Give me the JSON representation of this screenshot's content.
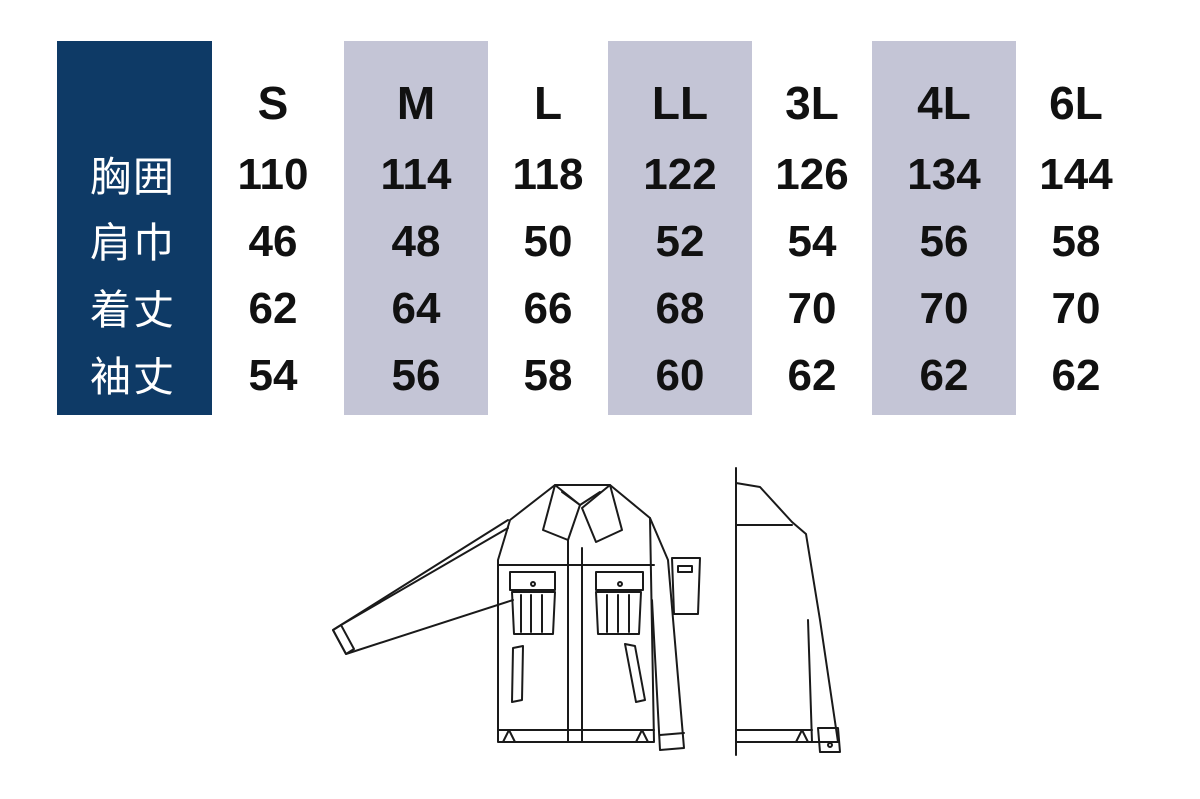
{
  "table": {
    "sizes": [
      "S",
      "M",
      "L",
      "LL",
      "3L",
      "4L",
      "6L"
    ],
    "rows": [
      {
        "label": "胸囲",
        "values": [
          "110",
          "114",
          "118",
          "122",
          "126",
          "134",
          "144"
        ]
      },
      {
        "label": "肩巾",
        "values": [
          "46",
          "48",
          "50",
          "52",
          "54",
          "56",
          "58"
        ]
      },
      {
        "label": "着丈",
        "values": [
          "62",
          "64",
          "66",
          "68",
          "70",
          "70",
          "70"
        ]
      },
      {
        "label": "袖丈",
        "values": [
          "54",
          "56",
          "58",
          "60",
          "62",
          "62",
          "62"
        ]
      }
    ],
    "colors": {
      "label_column": "#0e3a66",
      "shaded_column": "#c4c5d6",
      "text": "#111111",
      "label_text": "#ffffff"
    }
  },
  "illustration": {
    "icon": "work-jacket-front-side-icon"
  }
}
